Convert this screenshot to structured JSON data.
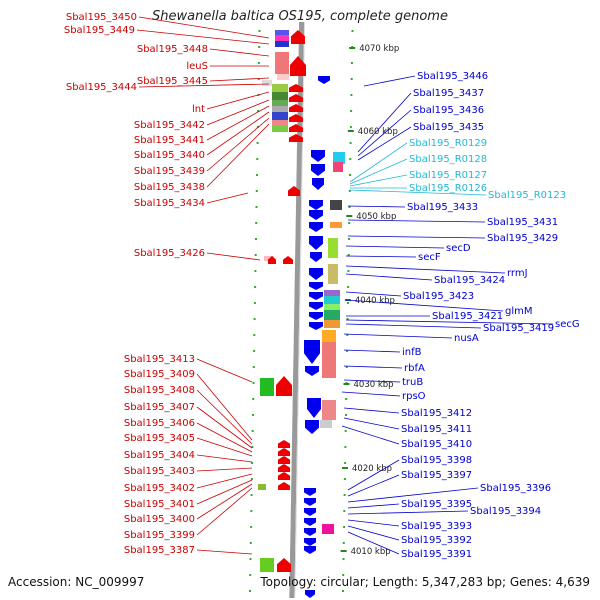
{
  "title": "Shewanella baltica OS195, complete genome",
  "footer": {
    "accession": "Accession: NC_009997",
    "topology": "Topology: circular; Length: 5,347,283 bp; Genes: 4,639"
  },
  "colors": {
    "left_labels": "#cc0000",
    "right_labels": "#0000cc",
    "rna_labels": "#22b8d8",
    "forward_arrow": "#ee0000",
    "reverse_arrow": "#0000ee",
    "backbone": "#999999",
    "kbp_tick": "#228822"
  },
  "kbp_ticks": [
    "4070 kbp",
    "4060 kbp",
    "4050 kbp",
    "4040 kbp",
    "4030 kbp",
    "4020 kbp",
    "4010 kbp"
  ],
  "left_labels": [
    "Sbal195_3450",
    "Sbal195_3449",
    "Sbal195_3448",
    "leuS",
    "Sbal195_3445",
    "Sbal195_3444",
    "lnt",
    "Sbal195_3442",
    "Sbal195_3441",
    "Sbal195_3440",
    "Sbal195_3439",
    "Sbal195_3438",
    "Sbal195_3434",
    "Sbal195_3426",
    "Sbal195_3413",
    "Sbal195_3409",
    "Sbal195_3408",
    "Sbal195_3407",
    "Sbal195_3406",
    "Sbal195_3405",
    "Sbal195_3404",
    "Sbal195_3403",
    "Sbal195_3402",
    "Sbal195_3401",
    "Sbal195_3400",
    "Sbal195_3399",
    "Sbal195_3387"
  ],
  "right_labels": [
    "Sbal195_3446",
    "Sbal195_3437",
    "Sbal195_3436",
    "Sbal195_3435",
    "Sbal195_R0129",
    "Sbal195_R0128",
    "Sbal195_R0127",
    "Sbal195_R0126",
    "Sbal195_R0123",
    "Sbal195_3433",
    "Sbal195_3431",
    "Sbal195_3429",
    "secD",
    "secF",
    "rrmJ",
    "Sbal195_3424",
    "Sbal195_3423",
    "glmM",
    "Sbal195_3421",
    "secG",
    "Sbal195_3419",
    "nusA",
    "infB",
    "rbfA",
    "truB",
    "rpsO",
    "Sbal195_3412",
    "Sbal195_3411",
    "Sbal195_3410",
    "Sbal195_3398",
    "Sbal195_3397",
    "Sbal195_3396",
    "Sbal195_3395",
    "Sbal195_3394",
    "Sbal195_3393",
    "Sbal195_3392",
    "Sbal195_3391"
  ]
}
